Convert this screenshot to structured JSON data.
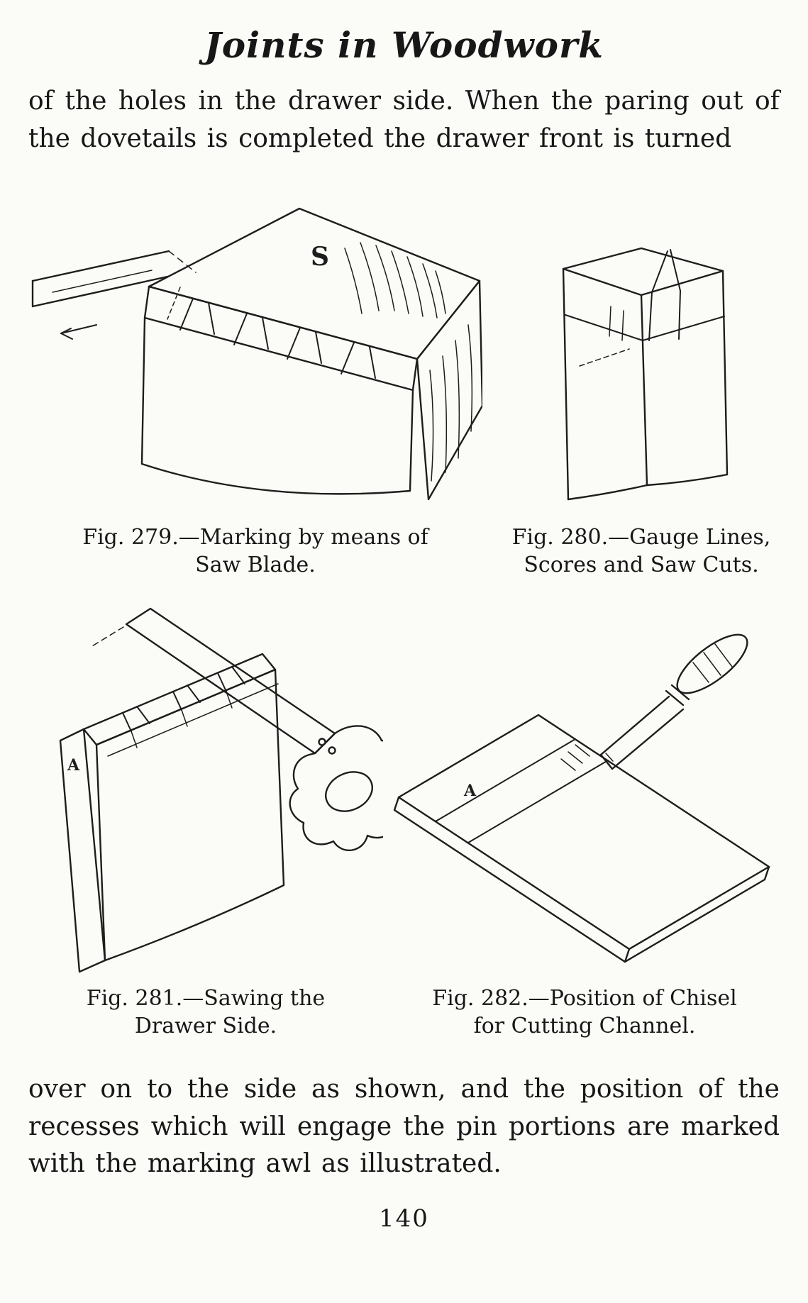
{
  "theme": {
    "paper": "#fbfbf7",
    "ink": "#1d1d1d"
  },
  "page": {
    "title": "Joints in Woodwork",
    "intro_paragraph": "of the holes in the drawer side.  When the paring out of the dovetails is completed the drawer front is turned",
    "closing_paragraph": "over on to the side as shown, and the position of the recesses which will engage the pin portions are marked with the marking awl as illustrated.",
    "page_number": "140"
  },
  "figures": [
    {
      "id": "fig-279",
      "caption_line1": "Fig. 279.—Marking by means of",
      "caption_line2": "Saw Blade.",
      "label": "S"
    },
    {
      "id": "fig-280",
      "caption_line1": "Fig. 280.—Gauge Lines,",
      "caption_line2": "Scores and Saw Cuts.",
      "label": ""
    },
    {
      "id": "fig-281",
      "caption_line1": "Fig. 281.—Sawing the",
      "caption_line2": "Drawer Side.",
      "label": "A"
    },
    {
      "id": "fig-282",
      "caption_line1": "Fig. 282.—Position of Chisel",
      "caption_line2": "for Cutting Channel.",
      "label": "A"
    }
  ]
}
